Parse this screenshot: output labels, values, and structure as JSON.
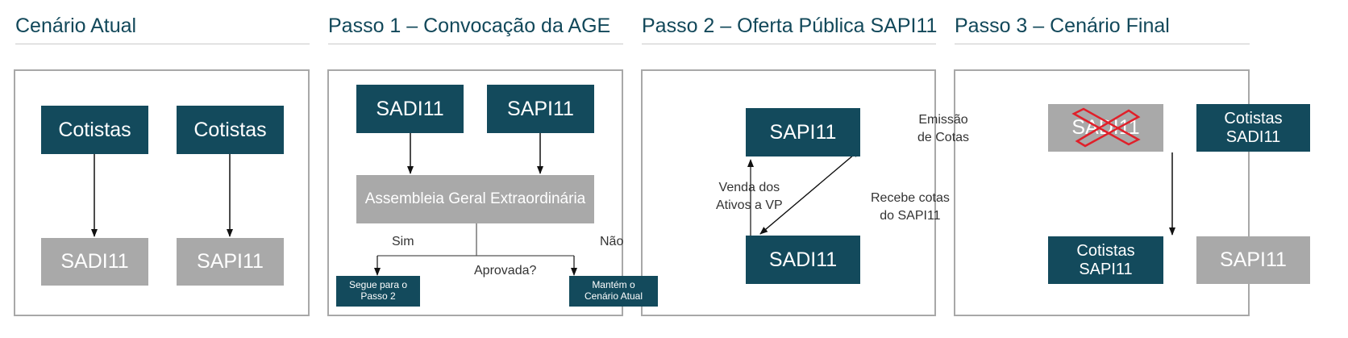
{
  "titles": {
    "p0": "Cenário Atual",
    "p1": "Passo 1 – Convocação da AGE",
    "p2": "Passo 2 – Oferta Pública SAPI11",
    "p3": "Passo 3 –  Cenário Final"
  },
  "panel0": {
    "cotistas_left": "Cotistas",
    "cotistas_right": "Cotistas",
    "sadi": "SADI11",
    "sapi": "SAPI11"
  },
  "panel1": {
    "sadi": "SADI11",
    "sapi": "SAPI11",
    "assembleia": "Assembleia Geral Extraordinária",
    "sim": "Sim",
    "nao": "Não",
    "aprovada": "Aprovada?",
    "segue_line1": "Segue para o",
    "segue_line2": "Passo 2",
    "mantem_line1": "Mantém  o",
    "mantem_line2": "Cenário Atual"
  },
  "panel2": {
    "sapi": "SAPI11",
    "sadi": "SADI11",
    "emissao_line1": "Emissão",
    "emissao_line2": "de Cotas",
    "venda_line1": "Venda dos",
    "venda_line2": "Ativos a VP",
    "recebe_line1": "Recebe cotas",
    "recebe_line2": "do SAPI11"
  },
  "panel3": {
    "sadi_crossed": "SADI11",
    "cotistas_sadi_line1": "Cotistas",
    "cotistas_sadi_line2": "SADI11",
    "cotistas_sapi_line1": "Cotistas",
    "cotistas_sapi_line2": "SAPI11",
    "sapi": "SAPI11"
  },
  "colors": {
    "dark_box": "#134a5c",
    "gray_box": "#a9a9a9",
    "cross": "#e0202a"
  }
}
